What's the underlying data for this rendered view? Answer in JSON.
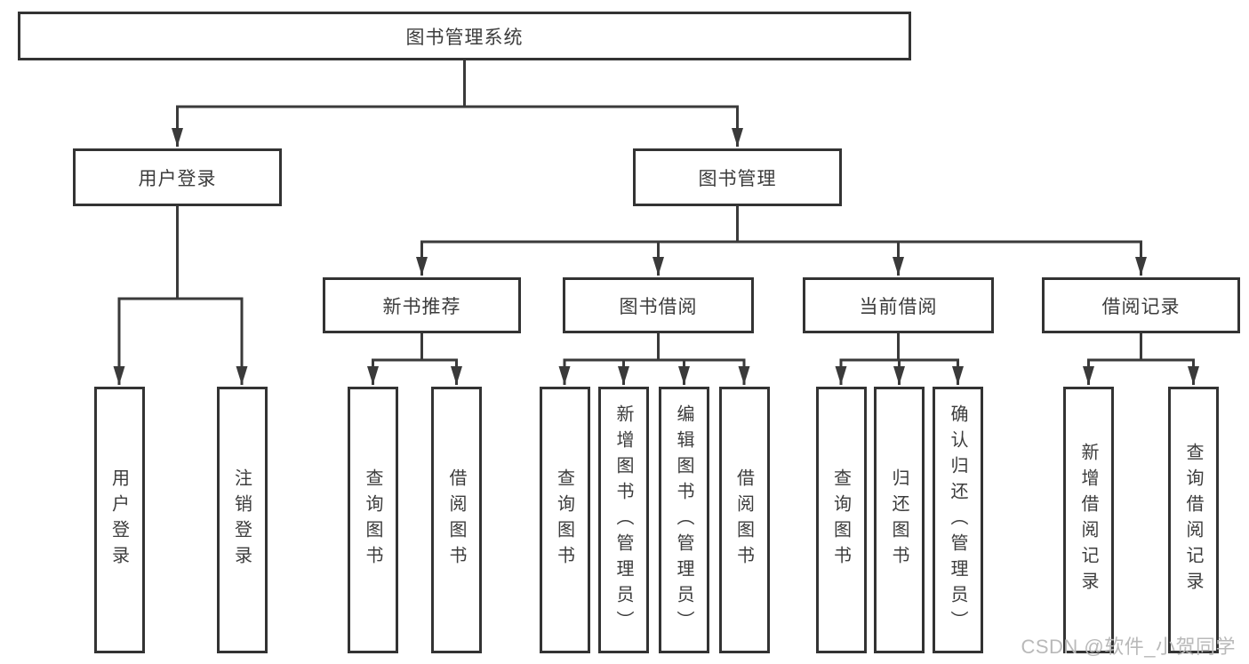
{
  "diagram": {
    "title": "图书管理系统",
    "branches": [
      {
        "label": "用户登录",
        "children": [
          {
            "label": "用户登录"
          },
          {
            "label": "注销登录"
          }
        ]
      },
      {
        "label": "图书管理",
        "children": [
          {
            "label": "新书推荐",
            "children": [
              {
                "label": "查询图书"
              },
              {
                "label": "借阅图书"
              }
            ]
          },
          {
            "label": "图书借阅",
            "children": [
              {
                "label": "查询图书"
              },
              {
                "label": "新增图书（管理员）"
              },
              {
                "label": "编辑图书（管理员）"
              },
              {
                "label": "借阅图书"
              }
            ]
          },
          {
            "label": "当前借阅",
            "children": [
              {
                "label": "查询图书"
              },
              {
                "label": "归还图书"
              },
              {
                "label": "确认归还（管理员）"
              }
            ]
          },
          {
            "label": "借阅记录",
            "children": [
              {
                "label": "新增借阅记录"
              },
              {
                "label": "查询借阅记录"
              }
            ]
          }
        ]
      }
    ]
  },
  "watermark": {
    "text": "CSDN @软件_小贺同学"
  },
  "colors": {
    "line": "#3a3a3a",
    "border": "#333333",
    "text": "#3c3c3c",
    "watermark": "#b9b9b9",
    "background": "#ffffff"
  }
}
